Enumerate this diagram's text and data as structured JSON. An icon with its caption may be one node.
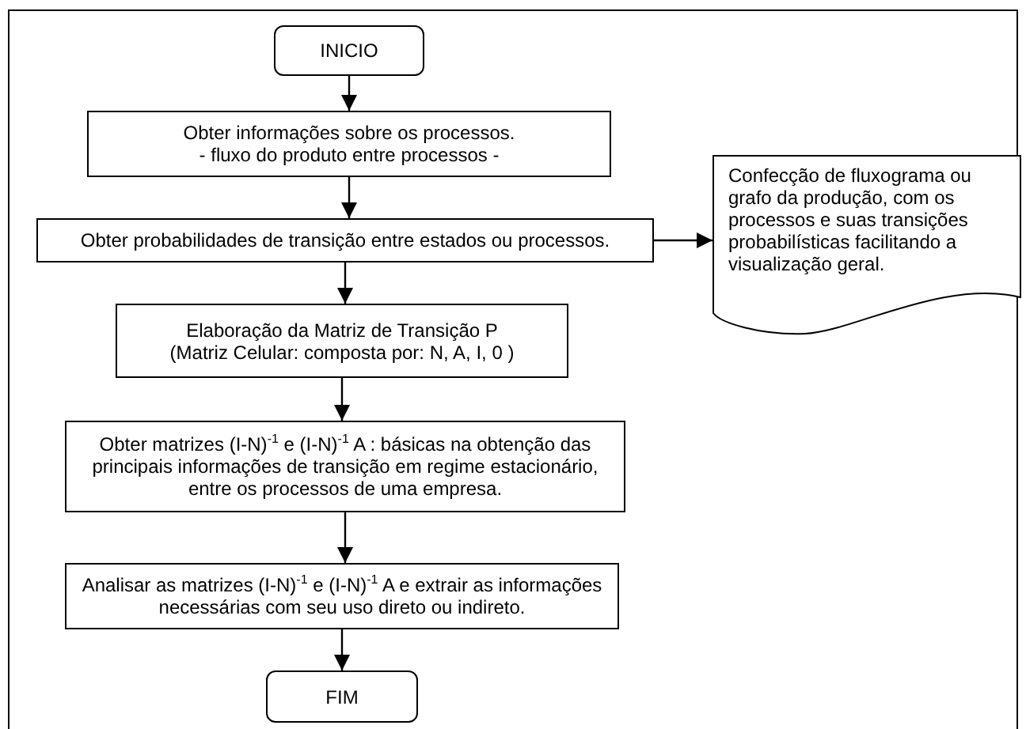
{
  "diagram": {
    "nodes": [
      {
        "text": [
          "INICIO"
        ]
      },
      {
        "text": [
          "Obter informações sobre os processos.",
          "- fluxo do produto entre processos -"
        ]
      },
      {
        "text": [
          "Obter probabilidades de transição entre estados ou processos."
        ]
      },
      {
        "text": [
          "Confecção de fluxograma ou grafo da produção, com os processos e suas transições probabilísticas facilitando a visualização geral."
        ]
      },
      {
        "text": [
          "Elaboração da Matriz de Transição P",
          "(Matriz Celular: composta por: N, A, I, 0 )"
        ]
      },
      {
        "text": [
          "Obter matrizes (I-N)$^{-1}$ e (I-N)$^{-1}$ A : básicas na obtenção das principais informações de transição em regime estacionário, entre os processos de uma empresa."
        ]
      },
      {
        "text": [
          "Analisar as matrizes (I-N)$^{-1}$ e (I-N)$^{-1}$ A e extrair as informações necessárias com seu uso direto ou indireto."
        ]
      },
      {
        "text": [
          "FIM"
        ]
      }
    ],
    "edges": [
      {
        "from": 0,
        "to": 1,
        "arrow": "to"
      },
      {
        "from": 1,
        "to": 2,
        "arrow": "to"
      },
      {
        "from": 2,
        "to": 3,
        "arrow": "to"
      },
      {
        "from": 2,
        "to": 4,
        "arrow": "to"
      },
      {
        "from": 4,
        "to": 5,
        "arrow": "to"
      },
      {
        "from": 5,
        "to": 6,
        "arrow": "to"
      },
      {
        "from": 6,
        "to": 7,
        "arrow": "to"
      }
    ]
  }
}
